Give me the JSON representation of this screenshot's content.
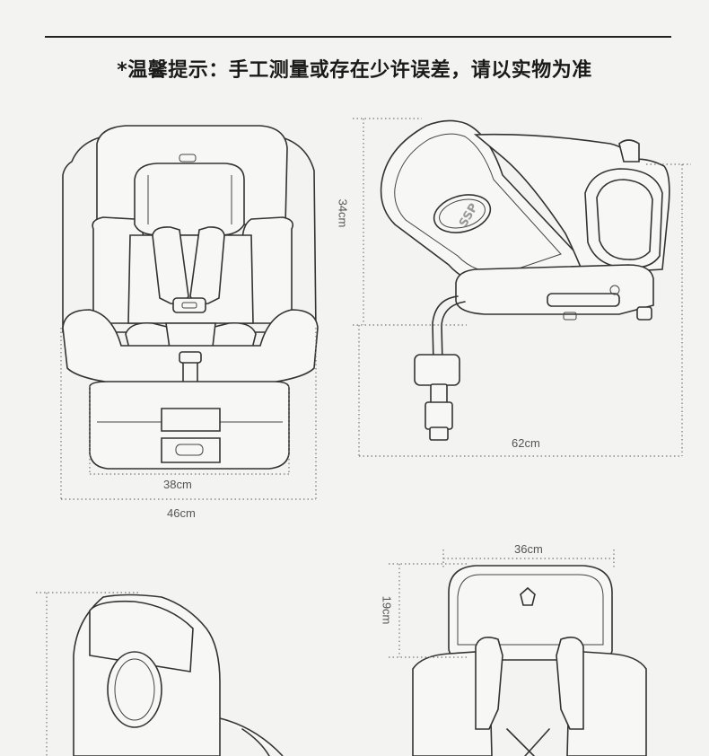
{
  "notice": "*温馨提示：手工测量或存在少许误差，请以实物为准",
  "logo_text": "SSP",
  "dimensions": {
    "front_inner_width": "38cm",
    "front_outer_width": "46cm",
    "side_height": "34cm",
    "side_depth": "62cm",
    "headrest_width": "36cm",
    "headrest_height": "19cm"
  },
  "colors": {
    "line": "#333333",
    "dots": "#777777",
    "background": "#f3f3f1"
  }
}
